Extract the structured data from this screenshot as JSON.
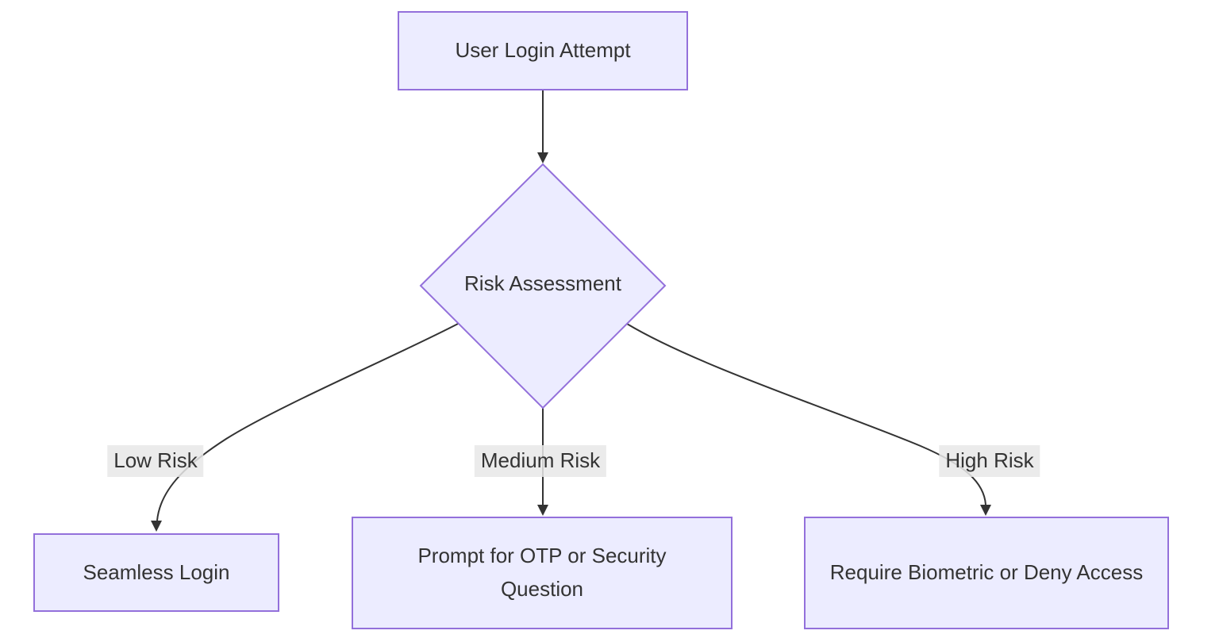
{
  "colors": {
    "node_fill": "#ECECFF",
    "node_border": "#9370DB",
    "edge": "#333333",
    "text": "#333333",
    "edge_label_bg": "#e8e8e8",
    "background": "#ffffff"
  },
  "diagram": {
    "type": "flowchart",
    "direction": "top-down",
    "nodes": [
      {
        "id": "login",
        "shape": "rectangle",
        "label": "User Login Attempt"
      },
      {
        "id": "risk",
        "shape": "diamond",
        "label": "Risk Assessment"
      },
      {
        "id": "seamless",
        "shape": "rectangle",
        "label": "Seamless Login"
      },
      {
        "id": "otp",
        "shape": "rectangle",
        "label": "Prompt for OTP or Security Question"
      },
      {
        "id": "biometric",
        "shape": "rectangle",
        "label": "Require Biometric or Deny Access"
      }
    ],
    "edges": [
      {
        "from": "login",
        "to": "risk",
        "label": ""
      },
      {
        "from": "risk",
        "to": "seamless",
        "label": "Low Risk"
      },
      {
        "from": "risk",
        "to": "otp",
        "label": "Medium Risk"
      },
      {
        "from": "risk",
        "to": "biometric",
        "label": "High Risk"
      }
    ]
  }
}
